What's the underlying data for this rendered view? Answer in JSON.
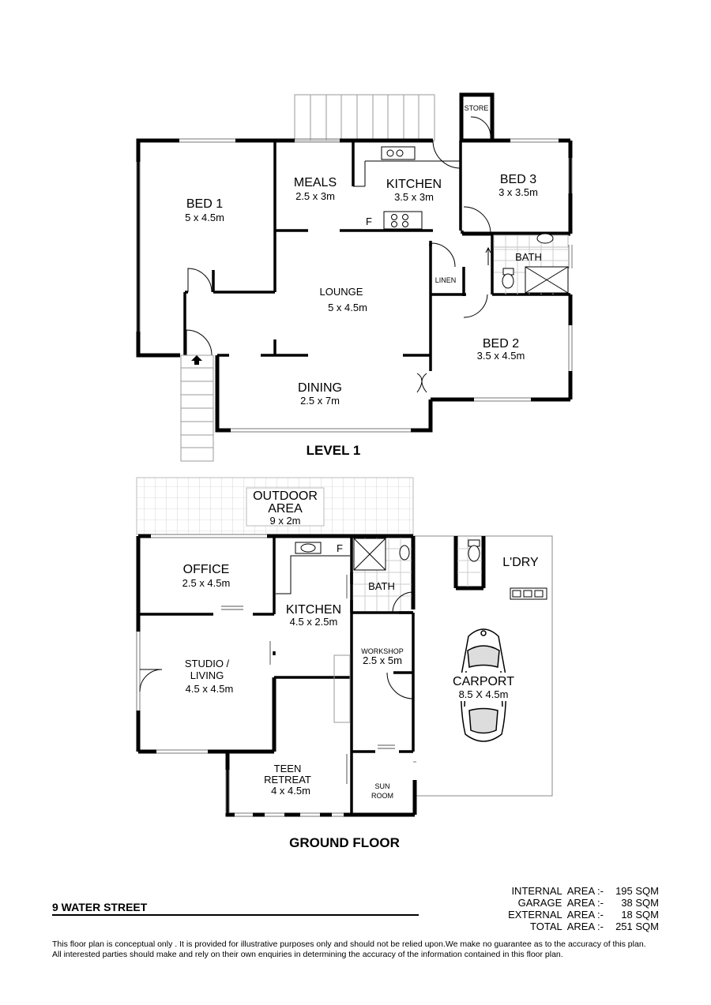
{
  "level1": {
    "title": "LEVEL 1",
    "rooms": {
      "bed1": {
        "name": "BED 1",
        "dim": "5 x 4.5m"
      },
      "meals": {
        "name": "MEALS",
        "dim": "2.5 x 3m"
      },
      "kitchen": {
        "name": "KITCHEN",
        "dim": "3.5 x 3m"
      },
      "bed3": {
        "name": "BED 3",
        "dim": "3 x 3.5m"
      },
      "bath": {
        "name": "BATH"
      },
      "lounge": {
        "name": "LOUNGE",
        "dim": "5 x 4.5m"
      },
      "linen": {
        "name": "LINEN"
      },
      "bed2": {
        "name": "BED 2",
        "dim": "3.5 x 4.5m"
      },
      "dining": {
        "name": "DINING",
        "dim": "2.5 x 7m"
      },
      "store": {
        "name": "STORE"
      },
      "fridge": {
        "name": "F"
      }
    }
  },
  "ground": {
    "title": "GROUND FLOOR",
    "rooms": {
      "outdoor": {
        "name_line1": "OUTDOOR",
        "name_line2": "AREA",
        "dim": "9 x 2m"
      },
      "office": {
        "name": "OFFICE",
        "dim": "2.5 x 4.5m"
      },
      "kitchen": {
        "name": "KITCHEN",
        "dim": "4.5 x 2.5m"
      },
      "bath": {
        "name": "BATH"
      },
      "laundry": {
        "name": "L'DRY"
      },
      "studio": {
        "name_line1": "STUDIO /",
        "name_line2": "LIVING",
        "dim": "4.5 x 4.5m"
      },
      "workshop": {
        "name": "WORKSHOP",
        "dim": "2.5 x 5m"
      },
      "carport": {
        "name": "CARPORT",
        "dim": "8.5 X 4.5m"
      },
      "teen": {
        "name_line1": "TEEN",
        "name_line2": "RETREAT",
        "dim": "4 x  4.5m"
      },
      "sunroom": {
        "name_line1": "SUN",
        "name_line2": "ROOM"
      },
      "fridge": {
        "name": "F"
      }
    }
  },
  "address": "9 WATER STREET",
  "areas": [
    {
      "label": "INTERNAL  AREA :-",
      "value": "195 SQM"
    },
    {
      "label": "GARAGE  AREA :-",
      "value": "38 SQM"
    },
    {
      "label": "EXTERNAL  AREA :-",
      "value": "18 SQM"
    },
    {
      "label": "TOTAL  AREA :-",
      "value": "251 SQM"
    }
  ],
  "disclaimer": "This floor plan  is conceptual only . It is provided for illustrative purposes only and should not be relied upon.We make no guarantee as to the accuracy of this plan. All interested parties should make and rely on their own enquiries in determining the accuracy of the information contained in this floor plan."
}
